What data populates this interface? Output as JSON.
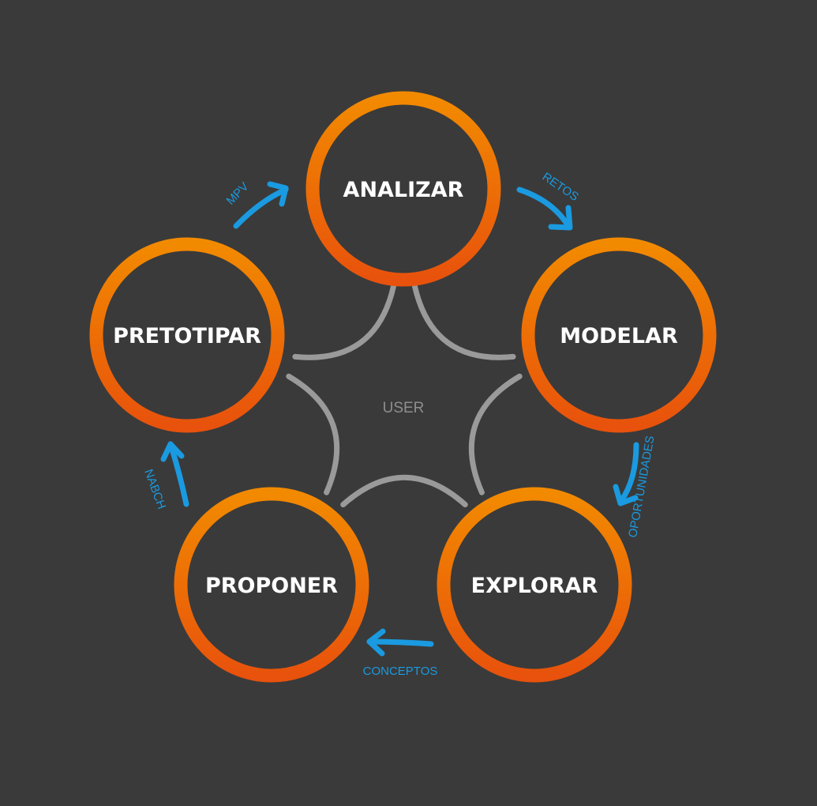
{
  "colors": {
    "background": "#3a3a3a",
    "ring_top": "#f28a00",
    "ring_bottom": "#e8520c",
    "node_fill": "#3a3a3a",
    "node_text": "#ffffff",
    "arrow": "#1a9ae0",
    "star": "#9a9a9a",
    "center_text": "#8e8e8e"
  },
  "center": {
    "label": "USER"
  },
  "nodes": [
    {
      "id": "analizar",
      "label": "ANALIZAR"
    },
    {
      "id": "modelar",
      "label": "MODELAR"
    },
    {
      "id": "explorar",
      "label": "EXPLORAR"
    },
    {
      "id": "proponer",
      "label": "PROPONER"
    },
    {
      "id": "pretotipar",
      "label": "PRETOTIPAR"
    }
  ],
  "edges": [
    {
      "from": "analizar",
      "to": "modelar",
      "label": "RETOS"
    },
    {
      "from": "modelar",
      "to": "explorar",
      "label": "OPORTUNIDADES"
    },
    {
      "from": "explorar",
      "to": "proponer",
      "label": "CONCEPTOS"
    },
    {
      "from": "proponer",
      "to": "pretotipar",
      "label": "NABCH"
    },
    {
      "from": "pretotipar",
      "to": "analizar",
      "label": "MPV"
    }
  ]
}
